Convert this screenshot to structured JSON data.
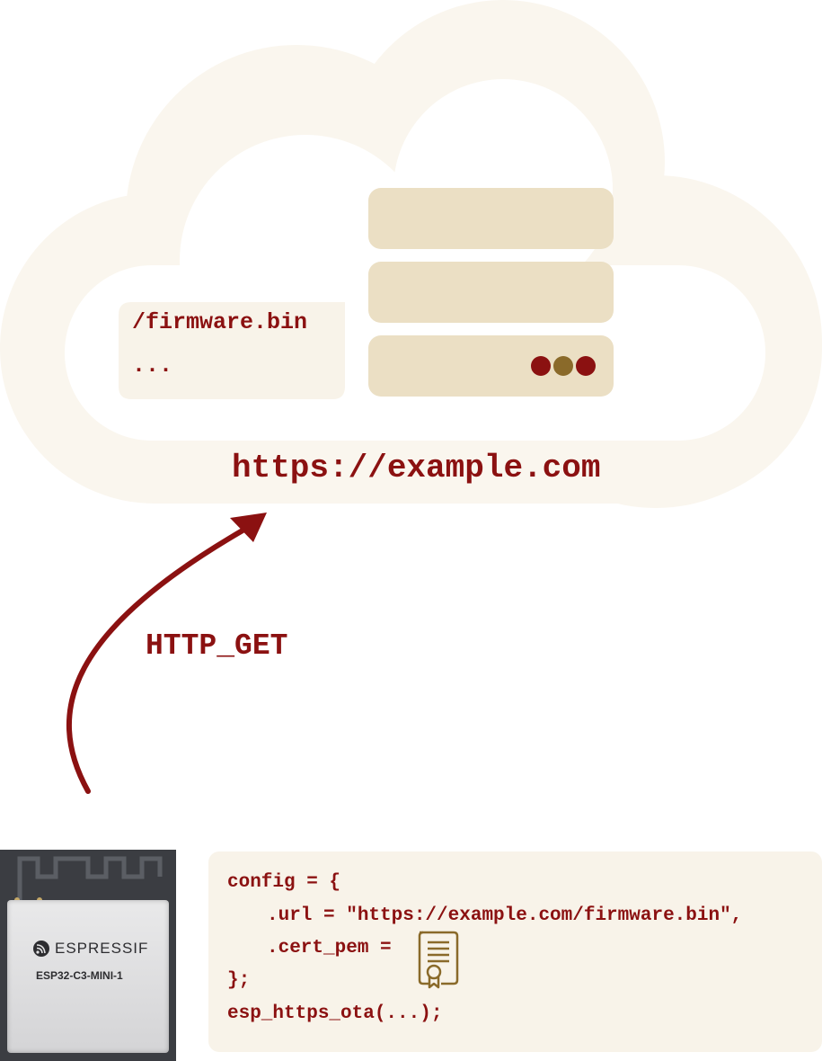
{
  "colors": {
    "accent": "#8b1111",
    "cloud_fill": "#faf6ee",
    "cloud_inner": "#ffffff",
    "server": "#ebdfc4",
    "bubble": "#f8f3e9",
    "led_red": "#8b1111",
    "led_brown": "#8a6a2a",
    "cert_icon": "#8a6a2a"
  },
  "cloud": {
    "path_lines": [
      "/firmware.bin",
      "..."
    ],
    "host_url": "https://example.com"
  },
  "arrow": {
    "label": "HTTP_GET"
  },
  "device": {
    "brand": "ESPRESSIF",
    "model": "ESP32-C3-MINI-1",
    "brand_icon": "espressif-logo-icon"
  },
  "code": {
    "lines": [
      "config = {",
      ".url = \"https://example.com/firmware.bin\",",
      ".cert_pem = ",
      "};",
      "esp_https_ota(...);"
    ],
    "cert_icon": "certificate-icon"
  }
}
